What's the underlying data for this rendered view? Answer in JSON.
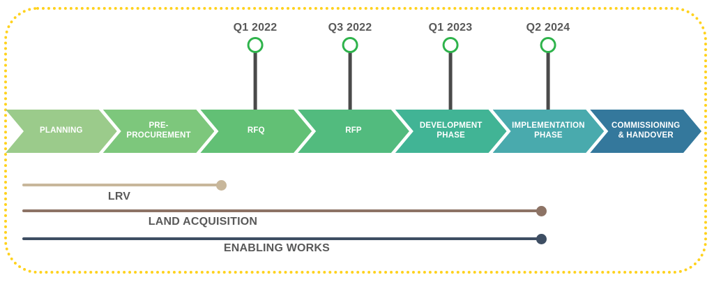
{
  "frame": {
    "border_color": "#FFD21E"
  },
  "milestones": [
    {
      "label": "Q1 2022"
    },
    {
      "label": "Q3 2022"
    },
    {
      "label": "Q1 2023"
    },
    {
      "label": "Q2 2024"
    }
  ],
  "milestone_style": {
    "circle_stroke": "#2EB34B",
    "circle_fill": "#FFFFFF",
    "stick_color": "#4A4A4A",
    "label_color": "#595959"
  },
  "phases": [
    {
      "label": "PLANNING",
      "color": "#9BCB8B"
    },
    {
      "label": "PRE-PROCUREMENT",
      "color": "#7DC77C"
    },
    {
      "label": "RFQ",
      "color": "#62C075"
    },
    {
      "label": "RFP",
      "color": "#52BB7E"
    },
    {
      "label": "DEVELOPMENT PHASE",
      "color": "#41B495"
    },
    {
      "label": "IMPLEMENTATION PHASE",
      "color": "#49AAAD"
    },
    {
      "label": "COMMISSIONING & HANDOVER",
      "color": "#34789C"
    }
  ],
  "phase_text_color": "#FFFFFF",
  "workstreams": [
    {
      "label": "LRV",
      "color": "#C8B79B"
    },
    {
      "label": "LAND ACQUISITION",
      "color": "#8D7365"
    },
    {
      "label": "ENABLING WORKS",
      "color": "#3E4E63"
    }
  ],
  "workstream_label_color": "#595959"
}
